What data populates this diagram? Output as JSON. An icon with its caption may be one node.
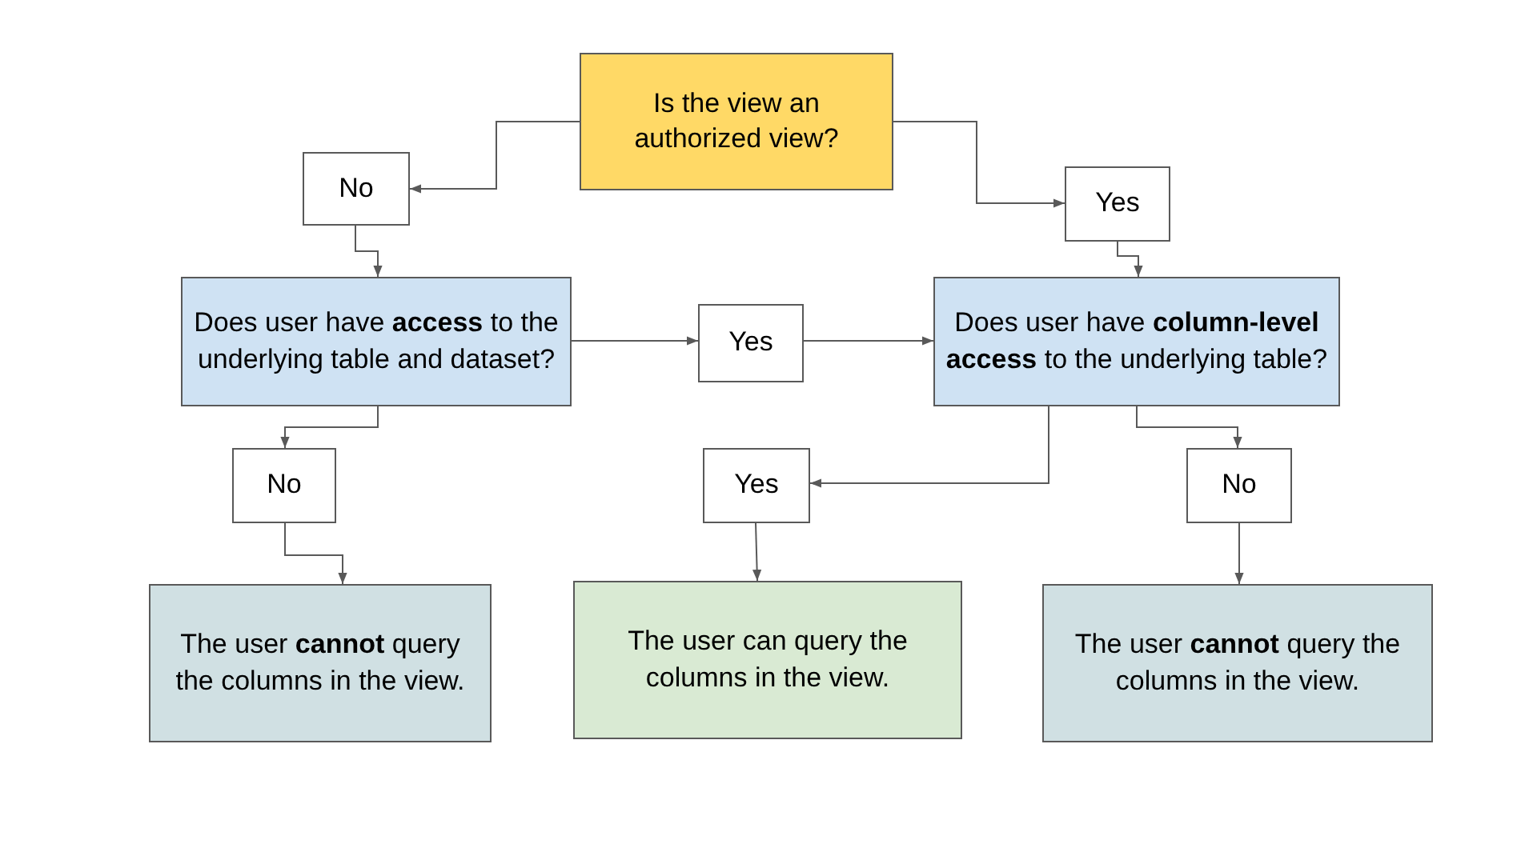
{
  "diagram": {
    "nodes": [
      {
        "text": [
          "Is the view an authorized view?"
        ]
      },
      {
        "text": [
          "No"
        ]
      },
      {
        "text": [
          "Yes"
        ]
      },
      {
        "text": [
          "Does user have **access** to the underlying table and dataset?"
        ]
      },
      {
        "text": [
          "Yes"
        ]
      },
      {
        "text": [
          "Does user have **column-level access** to the underlying table?"
        ]
      },
      {
        "text": [
          "No"
        ]
      },
      {
        "text": [
          "Yes"
        ]
      },
      {
        "text": [
          "No"
        ]
      },
      {
        "text": [
          "The user **cannot** query the columns in the view."
        ]
      },
      {
        "text": [
          "The user can query the columns in the view."
        ]
      },
      {
        "text": [
          "The user **cannot** query the columns in the view."
        ]
      }
    ],
    "edges": [
      {
        "from": 0,
        "to": 1,
        "arrow": "to"
      },
      {
        "from": 0,
        "to": 2,
        "arrow": "to"
      },
      {
        "from": 1,
        "to": 3,
        "arrow": "to"
      },
      {
        "from": 2,
        "to": 5,
        "arrow": "to"
      },
      {
        "from": 3,
        "to": 4,
        "arrow": "to"
      },
      {
        "from": 4,
        "to": 5,
        "arrow": "to"
      },
      {
        "from": 3,
        "to": 6,
        "arrow": "to"
      },
      {
        "from": 6,
        "to": 9,
        "arrow": "to"
      },
      {
        "from": 5,
        "to": 7,
        "arrow": "to"
      },
      {
        "from": 5,
        "to": 8,
        "arrow": "to"
      },
      {
        "from": 7,
        "to": 10,
        "arrow": "to"
      },
      {
        "from": 8,
        "to": 11,
        "arrow": "to"
      }
    ]
  }
}
